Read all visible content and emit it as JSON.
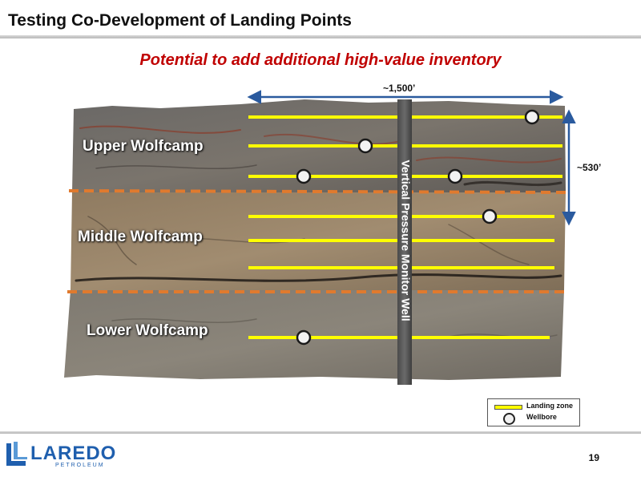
{
  "slide": {
    "title": "Testing Co-Development of Landing Points",
    "subtitle": "Potential to add additional high-value inventory",
    "page_number": "19"
  },
  "diagram": {
    "zones": [
      "Upper Wolfcamp",
      "Middle Wolfcamp",
      "Lower Wolfcamp"
    ],
    "monitor_well_label": "Vertical Pressure Monitor Well",
    "horizontal_span_label": "~1,500’",
    "vertical_span_label": "~530’",
    "colors": {
      "landing_zone": "#ffff00",
      "boundary_dash": "#e07a2e",
      "dimension_arrow": "#2a5a9e",
      "upper_rock": "#6b6865",
      "middle_rock": "#8d7a62",
      "lower_rock": "#7c776e"
    }
  },
  "legend": {
    "landing_zone": "Landing zone",
    "wellbore": "Wellbore"
  },
  "logo": {
    "name": "LAREDO",
    "subtitle": "PETROLEUM"
  }
}
